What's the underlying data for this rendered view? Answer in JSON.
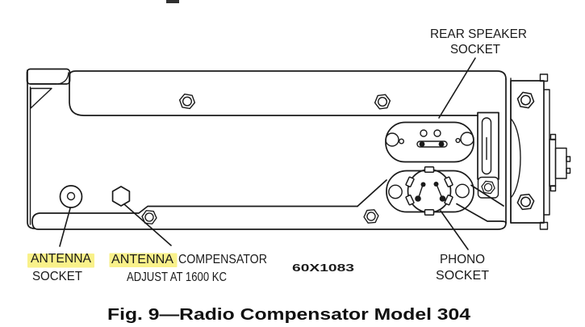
{
  "figure": {
    "caption": "Fig. 9—Radio Compensator Model 304",
    "part_number": "60X1083",
    "labels": {
      "rear_speaker_socket": {
        "line1": "REAR SPEAKER",
        "line2": "SOCKET"
      },
      "antenna_socket": {
        "line1": "ANTENNA",
        "line2": "SOCKET"
      },
      "antenna_compensator": {
        "line1_highlighted": "ANTENNA",
        "line1_rest": "COMPENSATOR",
        "line2": "ADJUST AT 1600 KC"
      },
      "phono_socket": {
        "line1": "PHONO",
        "line2": "SOCKET"
      }
    },
    "colors": {
      "ink": "#1a1a1a",
      "highlight": "#f7ee6d",
      "paper": "#ffffff"
    }
  }
}
